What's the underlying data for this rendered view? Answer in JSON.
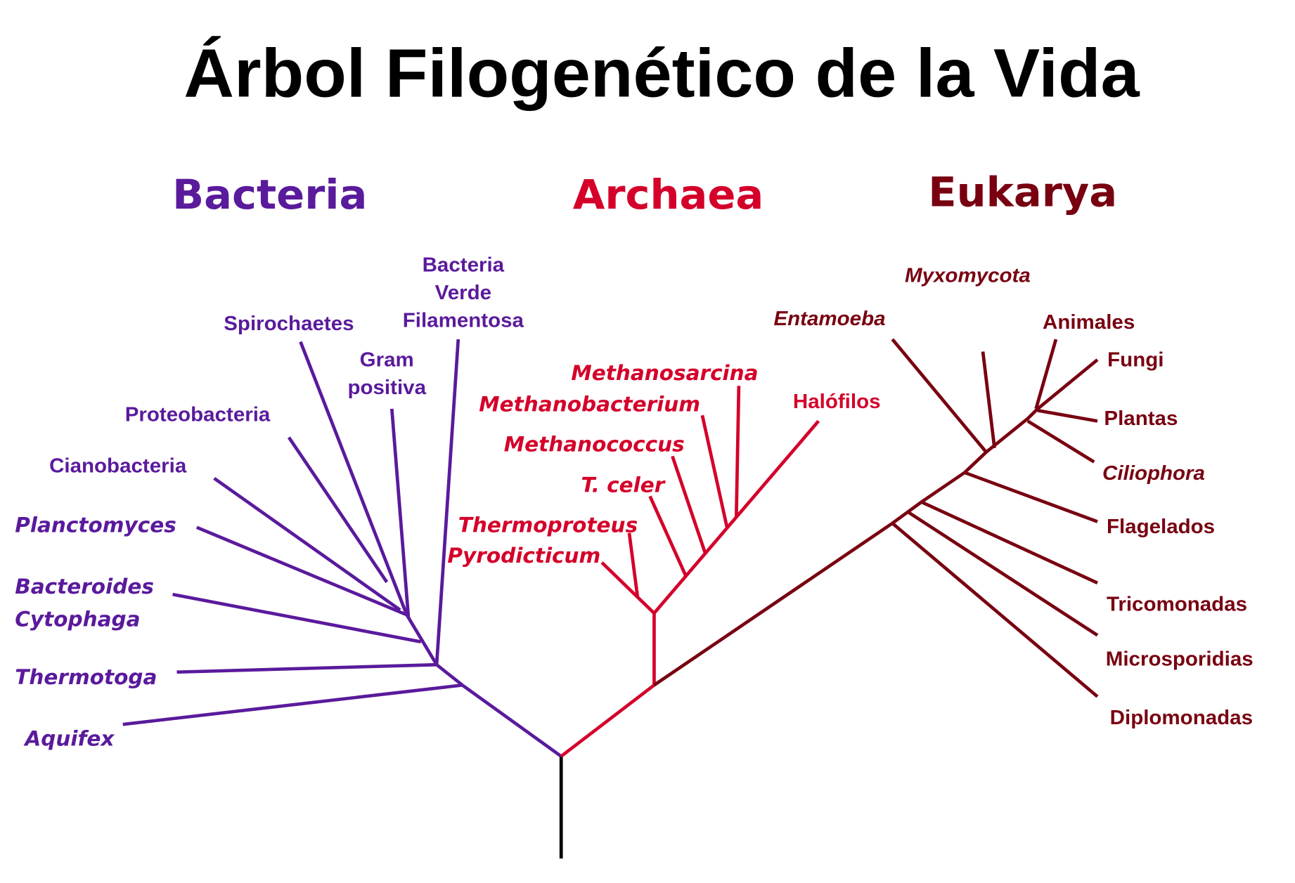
{
  "title": "Árbol Filogenético de la Vida",
  "colors": {
    "bacteria": "#5a1a9c",
    "archaea": "#d4002a",
    "eukarya": "#780010",
    "root": "#000000"
  },
  "domains": {
    "bacteria": "Bacteria",
    "archaea": "Archaea",
    "eukarya": "Eukarya"
  },
  "bacteria": {
    "verde_1": "Bacteria",
    "verde_2": "Verde",
    "verde_3": "Filamentosa",
    "spirochaetes": "Spirochaetes",
    "gram_1": "Gram",
    "gram_2": "positiva",
    "proteobacteria": "Proteobacteria",
    "cianobacteria": "Cianobacteria",
    "planctomyces": "Planctomyces",
    "bacteroides": "Bacteroides",
    "cytophaga": "Cytophaga",
    "thermotoga": "Thermotoga",
    "aquifex": "Aquifex"
  },
  "archaea": {
    "methanosarcina": "Methanosarcina",
    "methanobacterium": "Methanobacterium",
    "halofilos": "Halófilos",
    "methanococcus": "Methanococcus",
    "tceler": "T. celer",
    "thermoproteus": "Thermoproteus",
    "pyrodicticum": "Pyrodicticum"
  },
  "eukarya": {
    "myxomycota": "Myxomycota",
    "entamoeba": "Entamoeba",
    "animales": "Animales",
    "fungi": "Fungi",
    "plantas": "Plantas",
    "ciliophora": "Ciliophora",
    "flagelados": "Flagelados",
    "tricomonadas": "Tricomonadas",
    "microsporidias": "Microsporidias",
    "diplomonadas": "Diplomonadas"
  }
}
